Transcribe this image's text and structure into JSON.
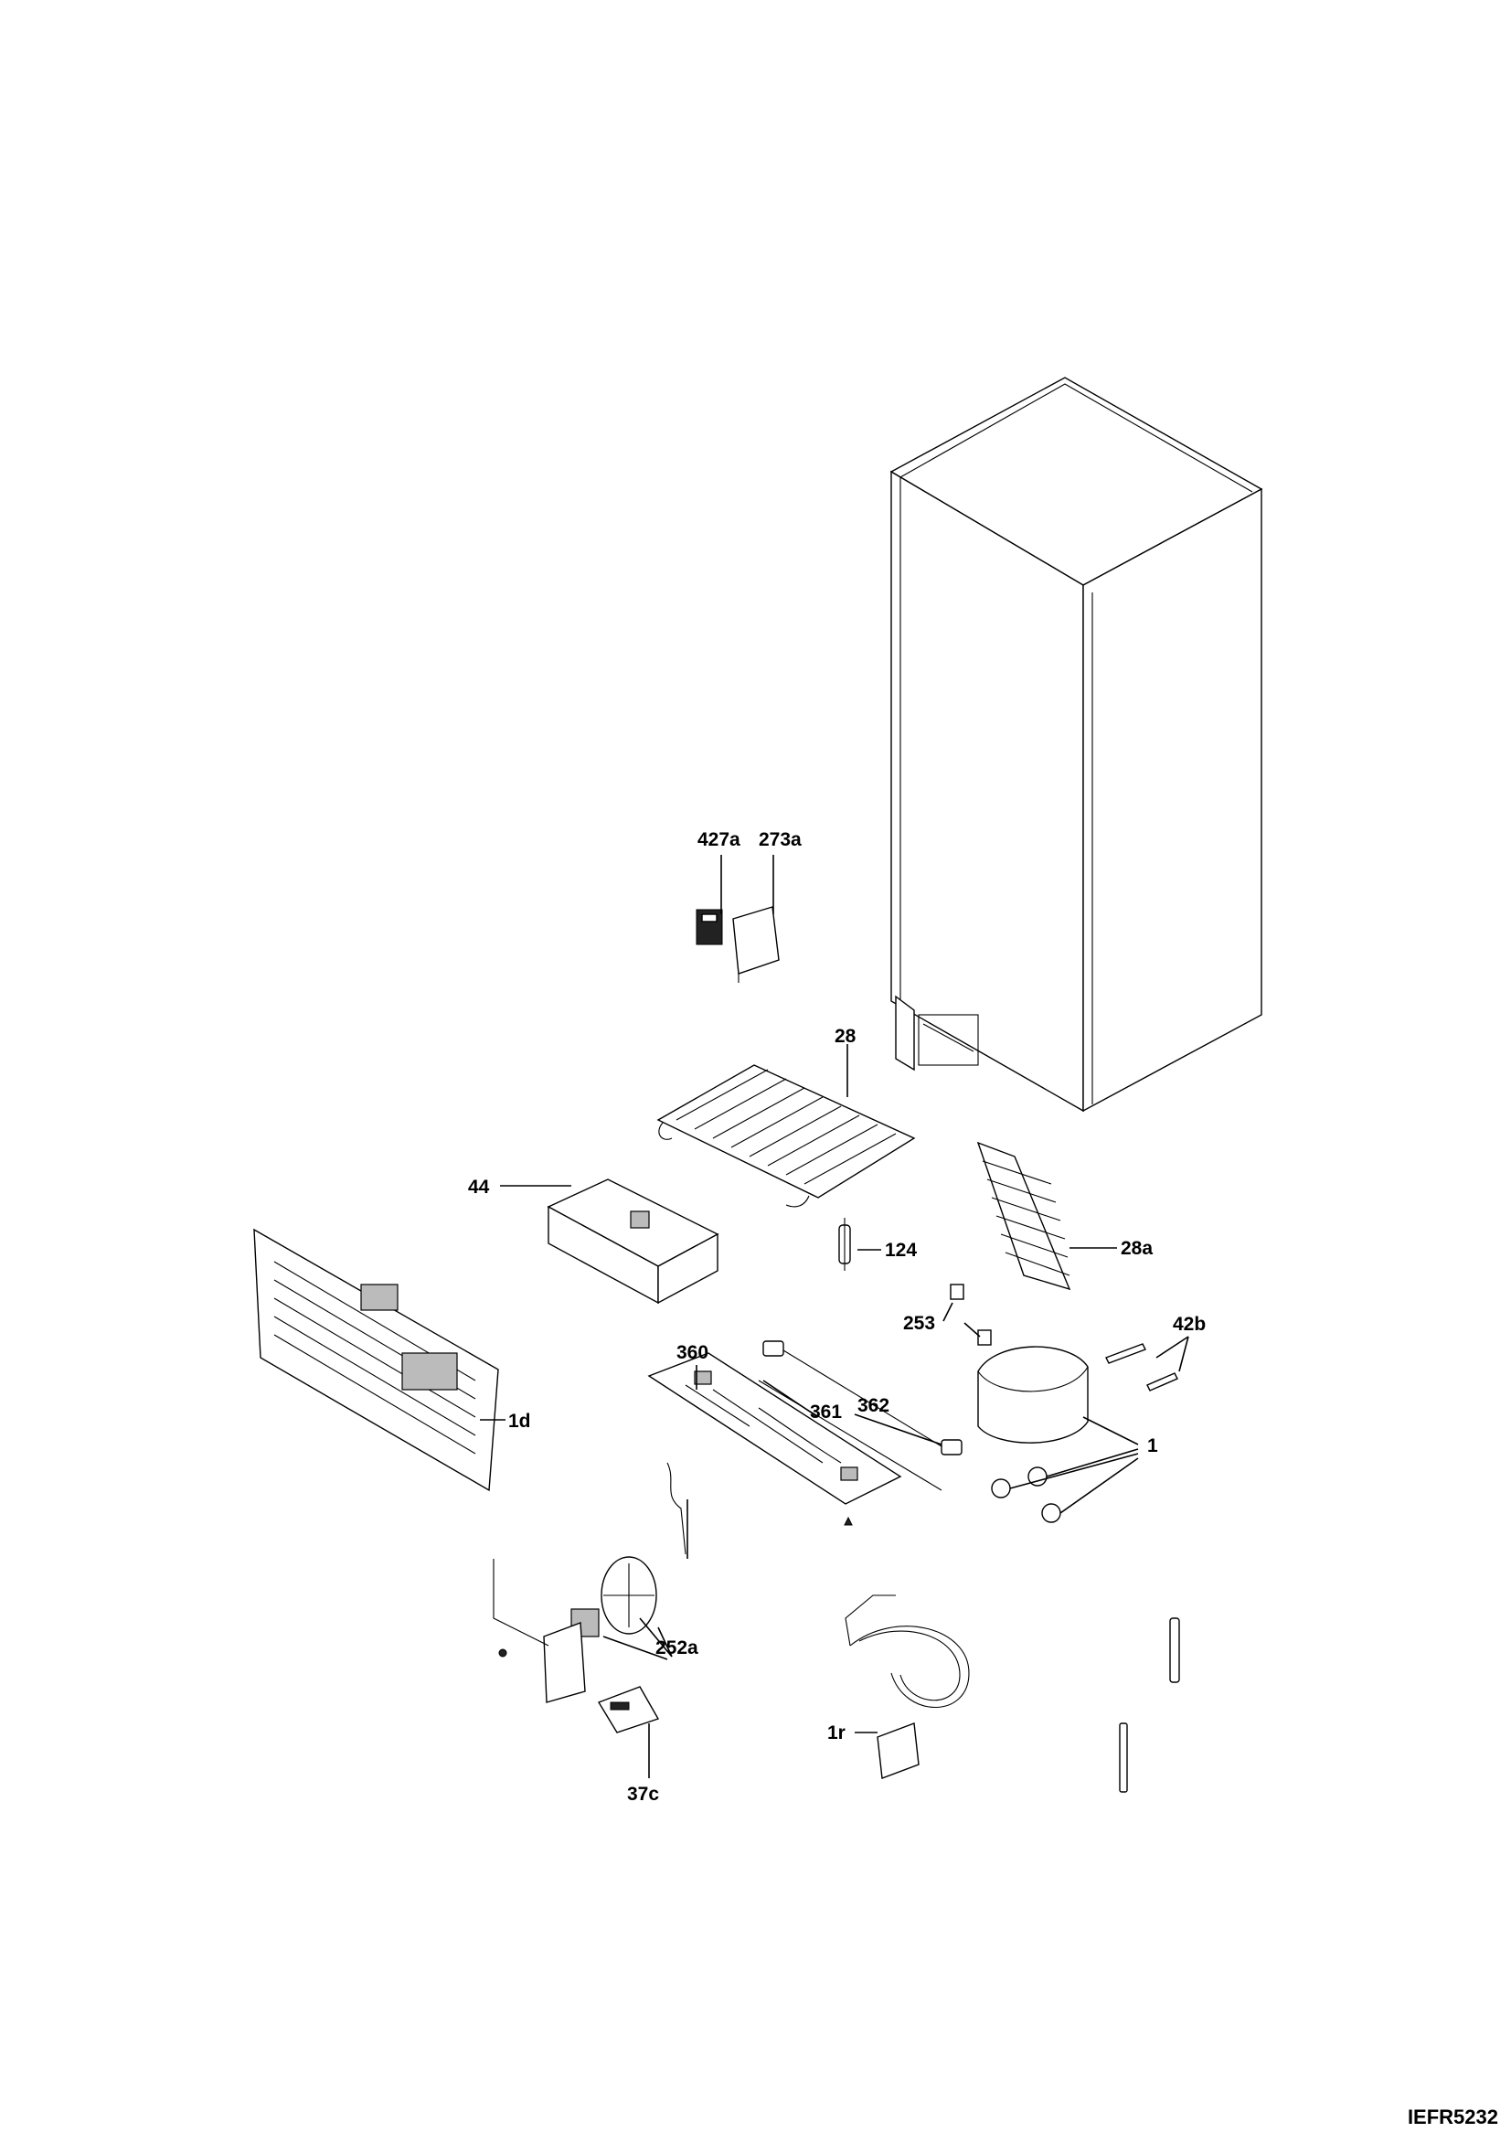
{
  "drawing_code": "IEFR5232",
  "labels": {
    "427a": "427a",
    "273a": "273a",
    "28": "28",
    "44": "44",
    "124": "124",
    "28a": "28a",
    "253": "253",
    "42b": "42b",
    "360": "360",
    "362": "362",
    "361": "361",
    "1d": "1d",
    "1": "1",
    "252a": "252a",
    "1r": "1r",
    "37c": "37c"
  }
}
